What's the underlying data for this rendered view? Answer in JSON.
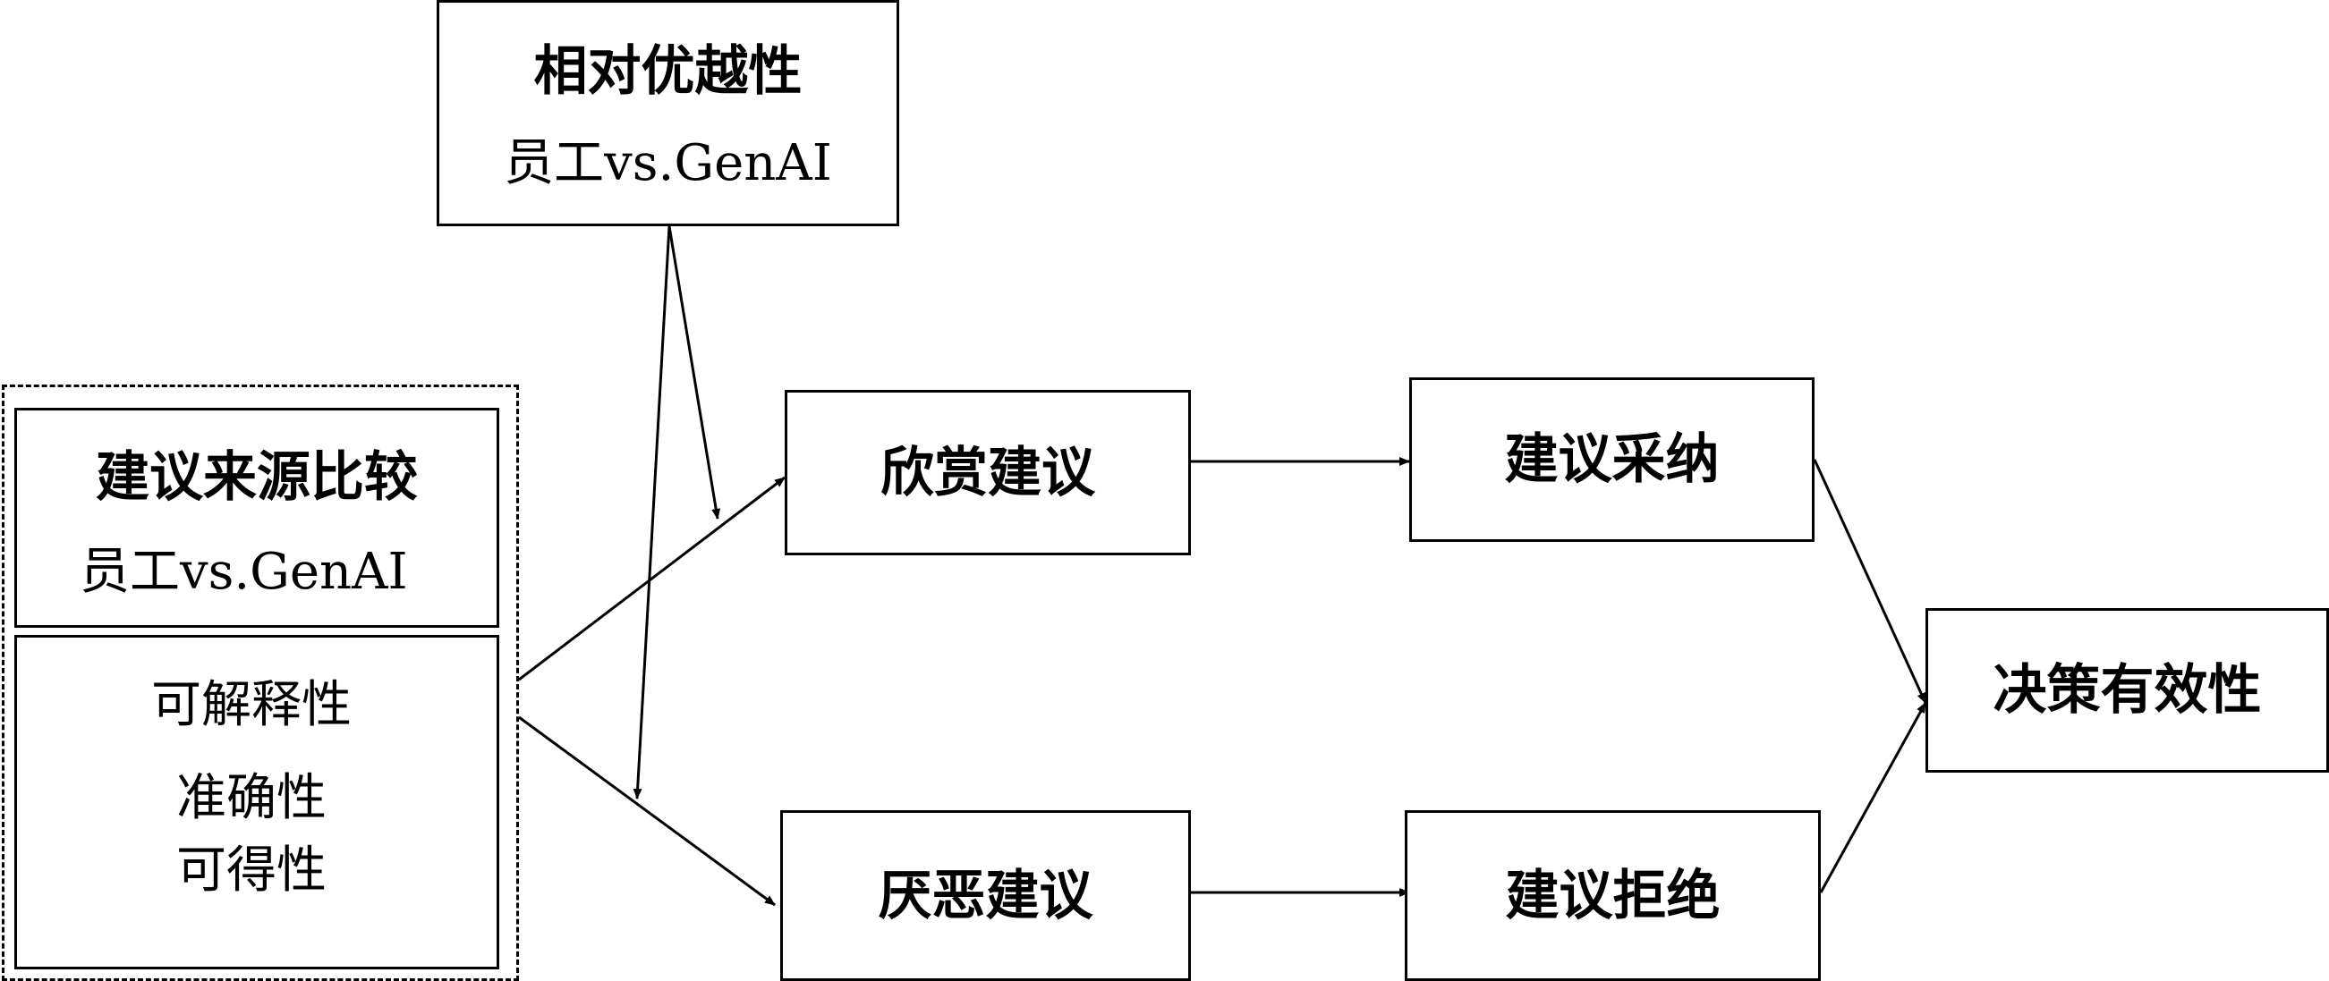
{
  "moderator": {
    "title": "相对优越性",
    "subtitle": "员工vs.GenAI"
  },
  "source": {
    "title": "建议来源比较",
    "subtitle": "员工vs.GenAI",
    "attributes": [
      "可解释性",
      "准确性",
      "可得性"
    ]
  },
  "appreciation": {
    "label": "欣赏建议"
  },
  "aversion": {
    "label": "厌恶建议"
  },
  "adoption": {
    "label": "建议采纳"
  },
  "rejection": {
    "label": "建议拒绝"
  },
  "outcome": {
    "label": "决策有效性"
  }
}
